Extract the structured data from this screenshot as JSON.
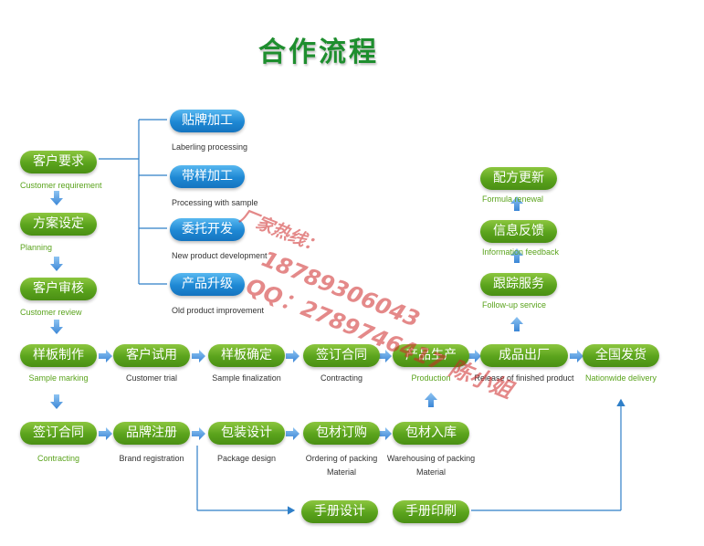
{
  "title": "合作流程",
  "branch": [
    {
      "label": "贴牌加工",
      "caption": "Laberling processing"
    },
    {
      "label": "带样加工",
      "caption": "Processing with sample"
    },
    {
      "label": "委托开发",
      "caption": "New product development"
    },
    {
      "label": "产品升级",
      "caption": "Old product improvement"
    }
  ],
  "left_column": [
    {
      "label": "客户要求",
      "caption": "Customer requirement"
    },
    {
      "label": "方案设定",
      "caption": "Planning"
    },
    {
      "label": "客户审核",
      "caption": "Customer review"
    }
  ],
  "main_row": [
    {
      "label": "样板制作",
      "caption": "Sample marking"
    },
    {
      "label": "客户试用",
      "caption": "Customer trial"
    },
    {
      "label": "样板确定",
      "caption": "Sample finalization"
    },
    {
      "label": "签订合同",
      "caption": "Contracting"
    },
    {
      "label": "产品生产",
      "caption": "Production"
    },
    {
      "label": "成品出厂",
      "caption": "Release of finished product"
    },
    {
      "label": "全国发货",
      "caption": "Nationwide delivery"
    }
  ],
  "bottom_row": [
    {
      "label": "签订合同",
      "caption": "Contracting"
    },
    {
      "label": "品牌注册",
      "caption": "Brand registration"
    },
    {
      "label": "包装设计",
      "caption": "Package design"
    },
    {
      "label": "包材订购",
      "caption": "Ordering of packing",
      "caption2": "Material"
    },
    {
      "label": "包材入库",
      "caption": "Warehousing of packing",
      "caption2": "Material"
    }
  ],
  "right_column": [
    {
      "label": "配方更新",
      "caption": "Formula renewal"
    },
    {
      "label": "信息反馈",
      "caption": "Information feedback"
    },
    {
      "label": "跟踪服务",
      "caption": "Follow-up service"
    }
  ],
  "manual_row": [
    {
      "label": "手册设计"
    },
    {
      "label": "手册印刷"
    }
  ],
  "watermark": {
    "line1": "厂家热线：",
    "line2": "18789306043",
    "line3": "QQ：2789746417  陈小姐"
  },
  "colors": {
    "green": "#5aa31c",
    "blue": "#1e88d4",
    "arrow": "#4a90d9",
    "line": "#2f7fc8",
    "watermark": "#cd2828"
  }
}
